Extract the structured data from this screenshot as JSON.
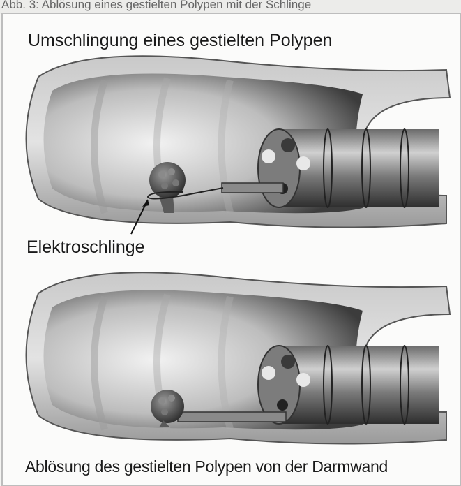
{
  "figure": {
    "caption_cut": "Abb. 3: Ablösung eines gestielten Polypen mit der Schlinge",
    "top_panel_title": "Umschlingung eines gestielten Polypen",
    "snare_label": "Elektroschlinge",
    "bottom_panel_title": "Ablösung des gestielten Polypen von der Darmwand"
  },
  "colors": {
    "tissue_light": "#d8d8d8",
    "tissue_dark": "#3a3a3a",
    "metal": "#8a8a8a",
    "polyp": "#555555"
  }
}
